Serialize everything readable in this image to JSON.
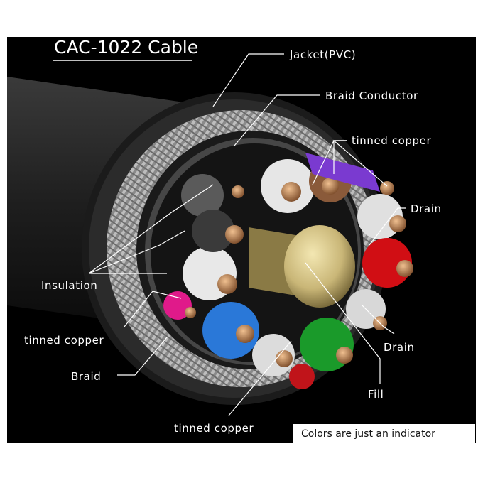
{
  "title": "CAC-1022 Cable",
  "labels": {
    "jacket": "Jacket(PVC)",
    "braid_conductor": "Braid Conductor",
    "tinned_copper_top": "tinned copper",
    "drain_top": "Drain",
    "insulation": "Insulation",
    "tinned_copper_left": "tinned copper",
    "drain_bottom": "Drain",
    "braid": "Braid",
    "fill": "Fill",
    "tinned_copper_bottom": "tinned copper"
  },
  "note": "Colors are just an indicator",
  "colors": {
    "background": "#000000",
    "frame": "#ffffff",
    "jacket": "#2a2a2a",
    "braid": "#9a9a9a",
    "copper": "#b87a4b",
    "fill": "#cfc08a",
    "pair_white": "#e8e8e8",
    "pair_red": "#d10e14",
    "pair_green": "#1a9a2a",
    "pair_blue": "#2a78d8",
    "pair_purple": "#7a3ad0",
    "pair_pink": "#e01a8a"
  }
}
